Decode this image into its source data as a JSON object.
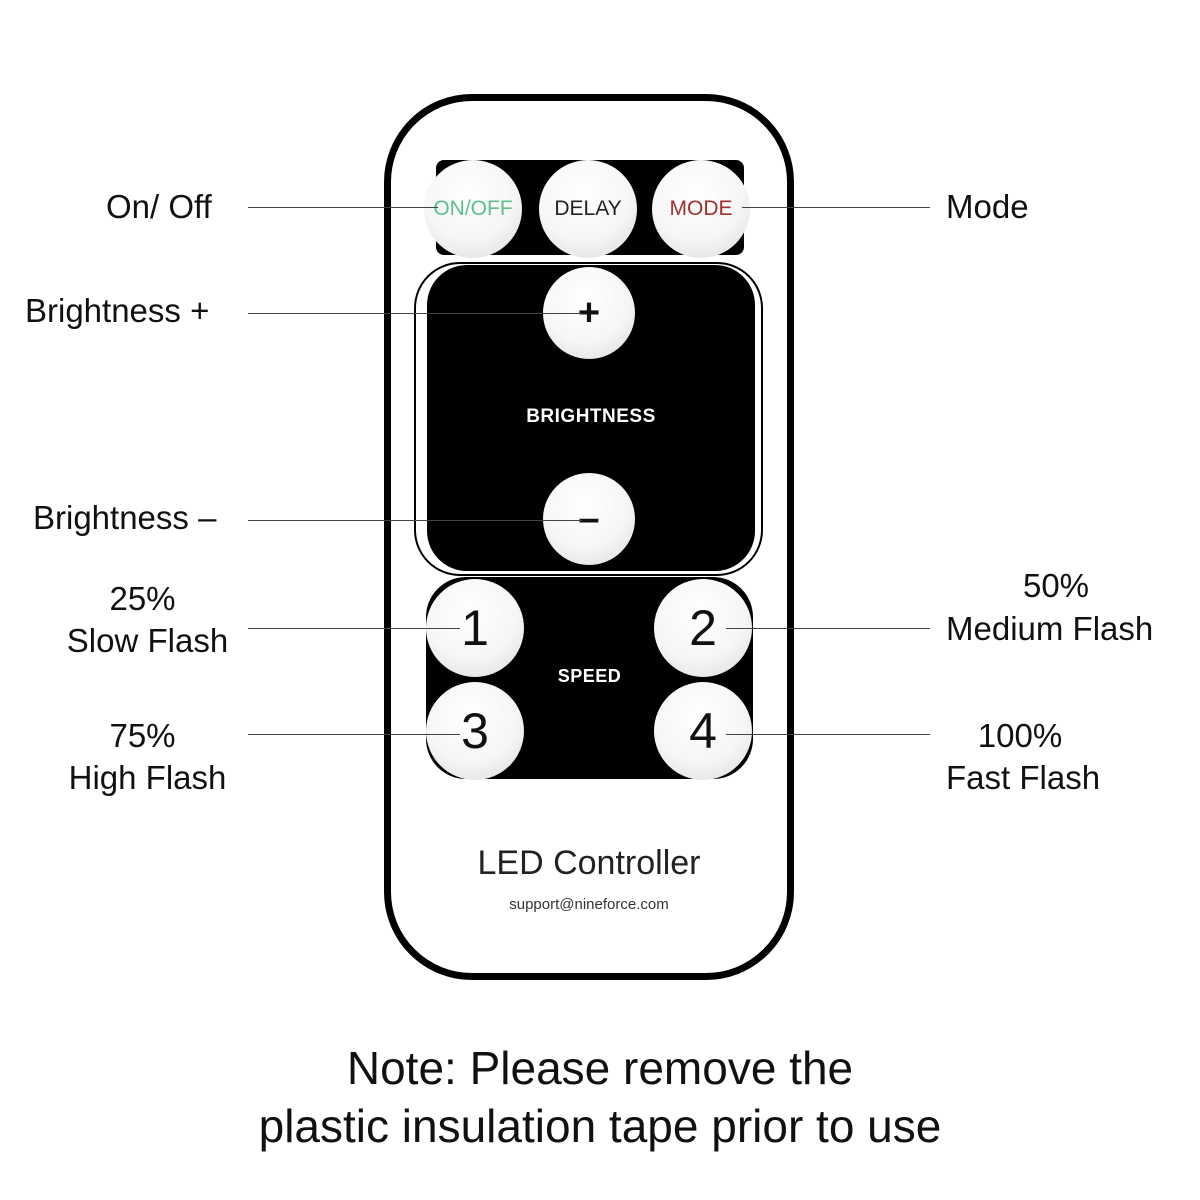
{
  "remote": {
    "buttons_top": {
      "onoff": "ON/OFF",
      "delay": "DELAY",
      "mode": "MODE"
    },
    "brightness": {
      "plus": "+",
      "minus": "–",
      "label": "BRIGHTNESS"
    },
    "speed": {
      "b1": "1",
      "b2": "2",
      "b3": "3",
      "b4": "4",
      "label": "SPEED"
    },
    "brand": "LED Controller",
    "support": "support@nineforce.com",
    "colors": {
      "onoff": "#5dc08a",
      "mode": "#a0302f",
      "body_outline": "#000000"
    }
  },
  "callouts": {
    "onoff": "On/ Off",
    "mode": "Mode",
    "bright_plus": "Brightness +",
    "bright_minus": "Brightness –",
    "speed1_pct": "25%",
    "speed1_name": "Slow Flash",
    "speed2_pct": "50%",
    "speed2_name": "Medium Flash",
    "speed3_pct": "75%",
    "speed3_name": "High Flash",
    "speed4_pct": "100%",
    "speed4_name": "Fast Flash"
  },
  "note": {
    "line1": "Note: Please remove the",
    "line2": "plastic insulation tape prior to use"
  }
}
